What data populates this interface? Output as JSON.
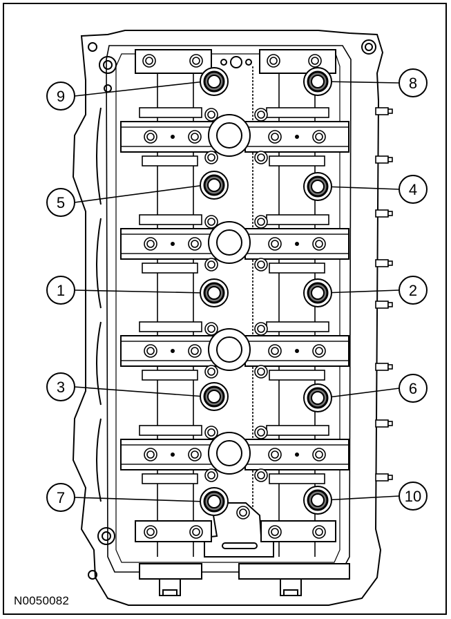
{
  "figure_id": "N0050082",
  "callouts": [
    {
      "label": "9",
      "side": "left",
      "row": 0
    },
    {
      "label": "8",
      "side": "right",
      "row": 0
    },
    {
      "label": "5",
      "side": "left",
      "row": 1
    },
    {
      "label": "4",
      "side": "right",
      "row": 1
    },
    {
      "label": "1",
      "side": "left",
      "row": 2
    },
    {
      "label": "2",
      "side": "right",
      "row": 2
    },
    {
      "label": "3",
      "side": "left",
      "row": 3
    },
    {
      "label": "6",
      "side": "right",
      "row": 3
    },
    {
      "label": "7",
      "side": "left",
      "row": 4
    },
    {
      "label": "10",
      "side": "right",
      "row": 4
    }
  ]
}
